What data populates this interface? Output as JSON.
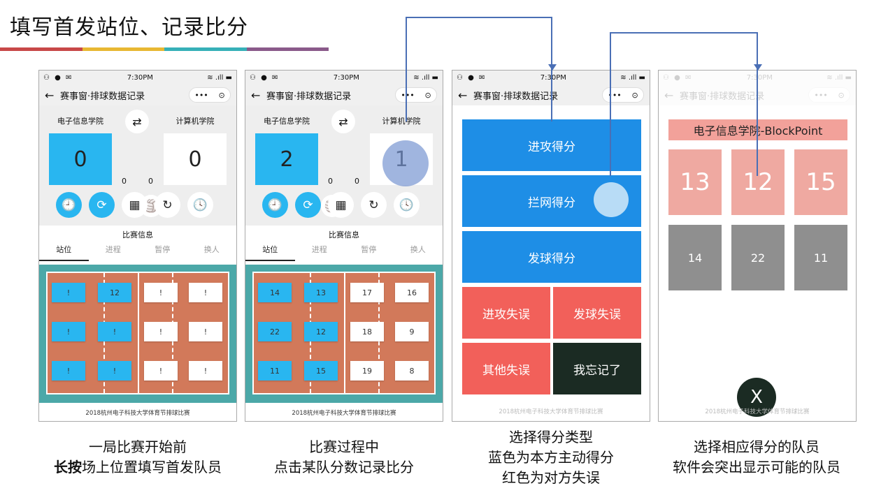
{
  "title": "填写首发站位、记录比分",
  "title_bar_colors": [
    "#c84848",
    "#e8b832",
    "#36b0b8",
    "#8a5a8a"
  ],
  "status": {
    "time": "7:30PM",
    "left_icons": "⚇ ● ✉",
    "right_icons": "≋ .ıll ▬"
  },
  "nav": {
    "back": "←",
    "title": "赛事窗·排球数据记录",
    "more": "•••",
    "target": "⊙"
  },
  "teams": {
    "home": "电子信息学院",
    "away": "计算机学院"
  },
  "swap_icon": "⇄",
  "ball_icon": "🏐",
  "controls": [
    "🕘",
    "⟳",
    "▦",
    "↻",
    "🕓"
  ],
  "info": {
    "header": "比赛信息",
    "tabs": [
      "站位",
      "进程",
      "暂停",
      "换人"
    ]
  },
  "footer": "2018杭州电子科技大学体育节排球比赛",
  "phones": [
    {
      "home_score": "0",
      "away_score": "0",
      "home_sets": "0",
      "away_sets": "0",
      "cells": [
        "!",
        "12",
        "!",
        "!",
        "!",
        "!",
        "!",
        "!",
        "!",
        "!",
        "!",
        "!"
      ]
    },
    {
      "home_score": "2",
      "away_score": "1",
      "home_sets": "0",
      "away_sets": "0",
      "cells": [
        "14",
        "13",
        "17",
        "16",
        "22",
        "12",
        "18",
        "9",
        "11",
        "15",
        "19",
        "8"
      ]
    }
  ],
  "score_types": {
    "attack": "进攻得分",
    "block": "拦网得分",
    "serve": "发球得分",
    "attack_err": "进攻失误",
    "serve_err": "发球失误",
    "other_err": "其他失误",
    "forgot": "我忘记了"
  },
  "picker": {
    "team": "电子信息学院-BlockPoint",
    "top": [
      "13",
      "12",
      "15"
    ],
    "bottom": [
      "14",
      "22",
      "11"
    ],
    "close": "X"
  },
  "captions": [
    {
      "l1": "一局比赛开始前",
      "l2b": "长按",
      "l2": "场上位置填写首发队员"
    },
    {
      "l1": "比赛过程中",
      "l2": "点击某队分数记录比分"
    },
    {
      "l1": "选择得分类型",
      "l2": "蓝色为本方主动得分",
      "l3": "红色为对方失误"
    },
    {
      "l1": "选择相应得分的队员",
      "l2": "软件会突出显示可能的队员"
    }
  ]
}
